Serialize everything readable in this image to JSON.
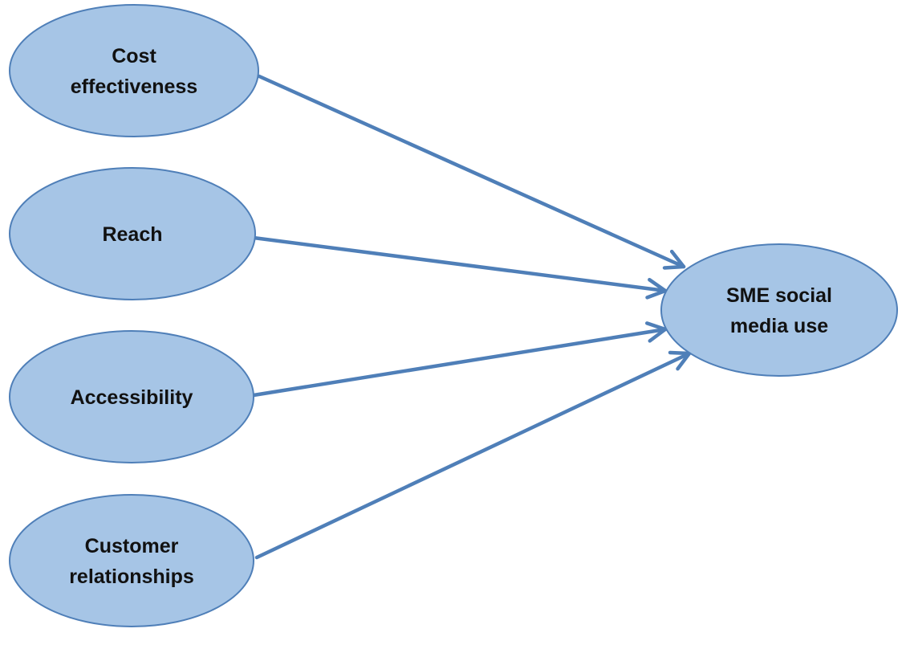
{
  "diagram": {
    "nodes": [
      {
        "id": "cost",
        "lines": [
          "Cost",
          "effectiveness"
        ]
      },
      {
        "id": "reach",
        "lines": [
          "Reach"
        ]
      },
      {
        "id": "accessibility",
        "lines": [
          "Accessibility"
        ]
      },
      {
        "id": "customer",
        "lines": [
          "Customer",
          "relationships"
        ]
      },
      {
        "id": "sme",
        "lines": [
          "SME social",
          "media use"
        ]
      }
    ],
    "edges": [
      {
        "from": "cost",
        "to": "sme"
      },
      {
        "from": "reach",
        "to": "sme"
      },
      {
        "from": "accessibility",
        "to": "sme"
      },
      {
        "from": "customer",
        "to": "sme"
      }
    ],
    "colors": {
      "node_fill": "#a6c5e6",
      "node_stroke": "#4f7fb8",
      "arrow": "#4f7fb8",
      "text": "#111111"
    }
  }
}
